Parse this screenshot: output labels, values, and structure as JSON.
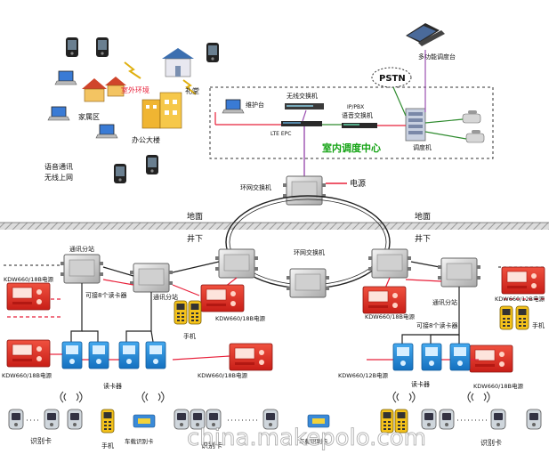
{
  "labels": {
    "outdoor_env": "室外环境",
    "family_area": "家属区",
    "auditorium": "礼堂",
    "office_building": "办公大楼",
    "voice_comm": "语音通讯",
    "wireless_net": "无线上网",
    "maintenance": "维护台",
    "wireless_switch": "无线交换机",
    "lte_epc": "LTE EPC",
    "ippbx_1": "IP/PBX",
    "ippbx_2": "语音交换机",
    "indoor_center": "室内调度中心",
    "pstn": "PSTN",
    "multi_console": "多功能调度台",
    "dispatcher": "调度机",
    "power_top": "电源",
    "ring_switch_top": "环网交换机",
    "ring_switch_mid": "环网交换机",
    "ground_left": "地面",
    "ground_right": "地面",
    "underground_left": "井下",
    "underground_right": "井下",
    "substation_l1": "通讯分站",
    "substation_l2": "通讯分站",
    "substation_r": "通讯分站",
    "max8_left": "可接8个读卡器",
    "max8_right": "可接8个读卡器",
    "power_l1": "KDW660/18B电源",
    "power_l2": "KDW660/18B电源",
    "power_l3": "KDW660/18B电源",
    "power_l4": "KDW660/18B电源",
    "power_c": "KDW660/18B电源",
    "power_r1": "KDW660/12B电源",
    "power_r2": "KDW660/12B电源",
    "power_r3": "KDW660/18B电源",
    "phone_mid": "手机",
    "phone_right": "手机",
    "reader_left": "读卡器",
    "reader_right": "读卡器",
    "id_card_left": "识别卡",
    "id_card_mid": "识别卡",
    "id_card_right": "识别卡",
    "phone_bottom": "手机",
    "vehicle_card_1": "车载识别卡",
    "vehicle_card_2": "车载识别卡",
    "watermark": "china.makepolo.com"
  },
  "colors": {
    "red_line": "#e8203a",
    "green_line": "#2e8b2e",
    "purple_line": "#9b4fb0",
    "black_line": "#222222",
    "power_red": "#e23b2f",
    "reader_blue": "#1e88d8",
    "phone_yellow": "#f4c21b",
    "center_text": "#13a313",
    "ground_grey": "#bbbbbb"
  }
}
